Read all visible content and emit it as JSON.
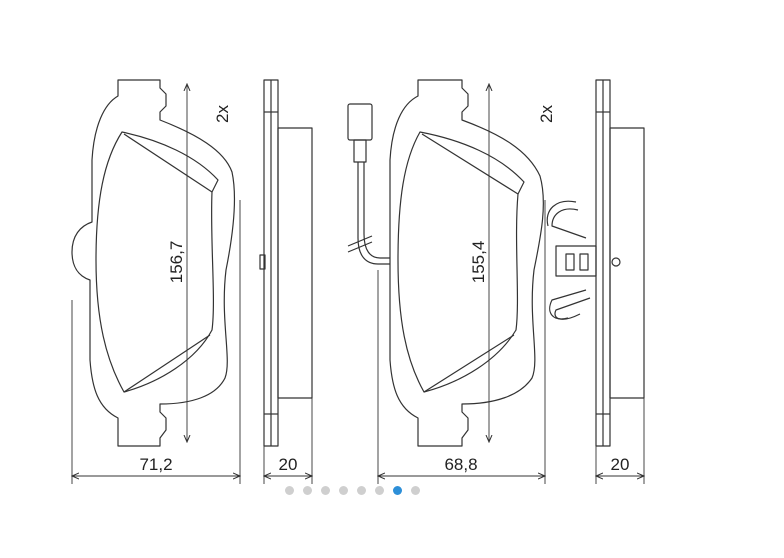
{
  "drawing": {
    "left_pad": {
      "height_label": "156,7",
      "width_label": "71,2",
      "quantity_label": "2x",
      "thickness_label": "20"
    },
    "right_pad": {
      "height_label": "155,4",
      "width_label": "68,8",
      "quantity_label": "2x",
      "thickness_label": "20"
    }
  },
  "carousel": {
    "dot_count": 8,
    "active_index": 6
  },
  "colors": {
    "line": "#333333",
    "dot_inactive": "#cfcfcf",
    "dot_active": "#2d8fd8"
  }
}
